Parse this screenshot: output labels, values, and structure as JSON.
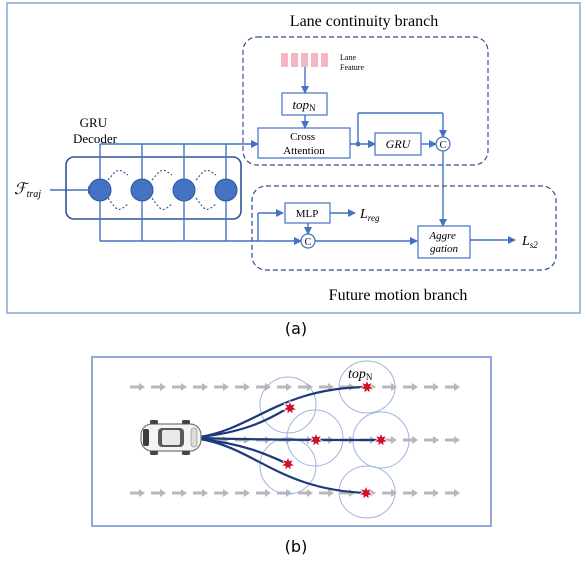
{
  "panel_a": {
    "lane_branch_title": "Lane continuity branch",
    "future_branch_title": "Future motion branch",
    "gru_decoder_line1": "GRU",
    "gru_decoder_line2": "Decoder",
    "input_symbol": "ℱ",
    "input_subscript": "traj",
    "lane_feature_line1": "Lane",
    "lane_feature_line2": "Feature",
    "topn_main": "top",
    "topn_sub": "N",
    "cross_attention_line1": "Cross",
    "cross_attention_line2": "Attention",
    "gru_block": "GRU",
    "concat_symbol": "C",
    "mlp_block": "MLP",
    "l_reg_main": "L",
    "l_reg_sub": "reg",
    "aggregation_line1": "Aggre",
    "aggregation_line2": "gation",
    "l_s2_main": "L",
    "l_s2_sub": "s2",
    "caption": "(a)"
  },
  "panel_b": {
    "topn_main": "top",
    "topn_sub": "N",
    "caption": "(b)"
  },
  "colors": {
    "panel_border": "#8eaadb",
    "flow_blue": "#4472c4",
    "node_fill": "#4472c4",
    "dashed_border": "#2f4f8f",
    "lane_feature_pink": "#f4b6c2",
    "trajectory_navy": "#1f3a7a",
    "star_red": "#d0112b",
    "lane_arrow_gray": "#b8b8b8",
    "lane_arrow_pink": "#f2b3c0"
  }
}
